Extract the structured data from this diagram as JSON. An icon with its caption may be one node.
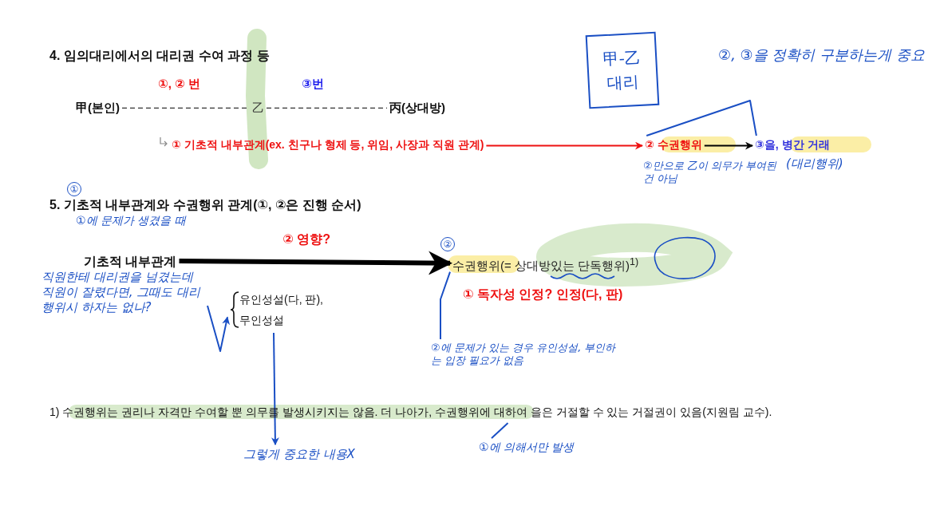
{
  "diagram": {
    "nodes": [
      {
        "text": [
          "甲(본인)"
        ]
      },
      {
        "text": [
          "乙"
        ]
      },
      {
        "text": [
          "丙(상대방)"
        ]
      },
      {
        "text": [
          "① 기초적 내부관계(ex. 친구나 형제 등, 위임, 사장과 직원 관계)"
        ]
      },
      {
        "text": [
          "② 수권행위"
        ]
      },
      {
        "text": [
          "③을, 병간 거래"
        ]
      },
      {
        "text": [
          "기초적 내부관계"
        ]
      },
      {
        "text": [
          "수권행위(= 상대방있는 단독행위)$^{1)}$"
        ]
      },
      {
        "text": [
          "유인성설(다, 판),",
          "무인성설"
        ]
      },
      {
        "text": [
          "직원한테 대리권을 넘겼는데 직원이 잘렸다면, 그때도 대리행위시 하자는 없나?"
        ]
      },
      {
        "text": [
          "그렇게 중요한 내용X"
        ]
      },
      {
        "text": [
          "②에 문제가 있는 경우 유인성설, 부인하는 입장 필요가 없음"
        ]
      },
      {
        "text": [
          "①에 의해서만 발생"
        ]
      },
      {
        "text": [
          "1) 수권행위는 권리나 자격만 수여할 뿐 의무를 발생시키지는 않음. 더 나아가, 수권행위에 대하여 을은 거절할 수 있는 거절권이 있음(지원림 교수)."
        ]
      },
      {
        "text": [
          "甲-乙 대리"
        ]
      }
    ],
    "edges": [
      {
        "from": 0,
        "to": 1,
        "arrow": "none",
        "style": "dashed",
        "color": "#333333"
      },
      {
        "from": 1,
        "to": 2,
        "arrow": "none",
        "style": "dashed",
        "color": "#333333"
      },
      {
        "from": 3,
        "to": 4,
        "arrow": "to",
        "color": "#ee1111"
      },
      {
        "from": 4,
        "to": 5,
        "arrow": "to",
        "color": "#000000"
      },
      {
        "from": 6,
        "to": 7,
        "arrow": "to",
        "style": "thick",
        "color": "#000000",
        "label": "② 영향?"
      },
      {
        "from": 9,
        "to": 8,
        "arrow": "to",
        "color": "#1a4fc4"
      },
      {
        "from": 8,
        "to": 10,
        "arrow": "to",
        "color": "#1a4fc4"
      },
      {
        "from": 7,
        "to": 11,
        "arrow": "none",
        "color": "#1a4fc4"
      },
      {
        "from": 12,
        "to": 13,
        "arrow": "none",
        "color": "#1a4fc4"
      },
      {
        "from": 4,
        "to": 5,
        "arrow": "none",
        "color": "#1a4fc4"
      }
    ],
    "labels": [
      "4. 임의대리에서의 대리권 수여 과정 등",
      "①, ② 번",
      "③번",
      "②, ③을 정확히 구분하는게 중요",
      "②만으로 乙이 의무가 부여된건 아님",
      "(대리행위)",
      "①",
      "5. 기초적 내부관계와 수권행위 관계(①, ②은 진행 순서)",
      "①에 문제가 생겼을 때",
      "②",
      "① 독자성 인정? 인정(다, 판)"
    ]
  }
}
